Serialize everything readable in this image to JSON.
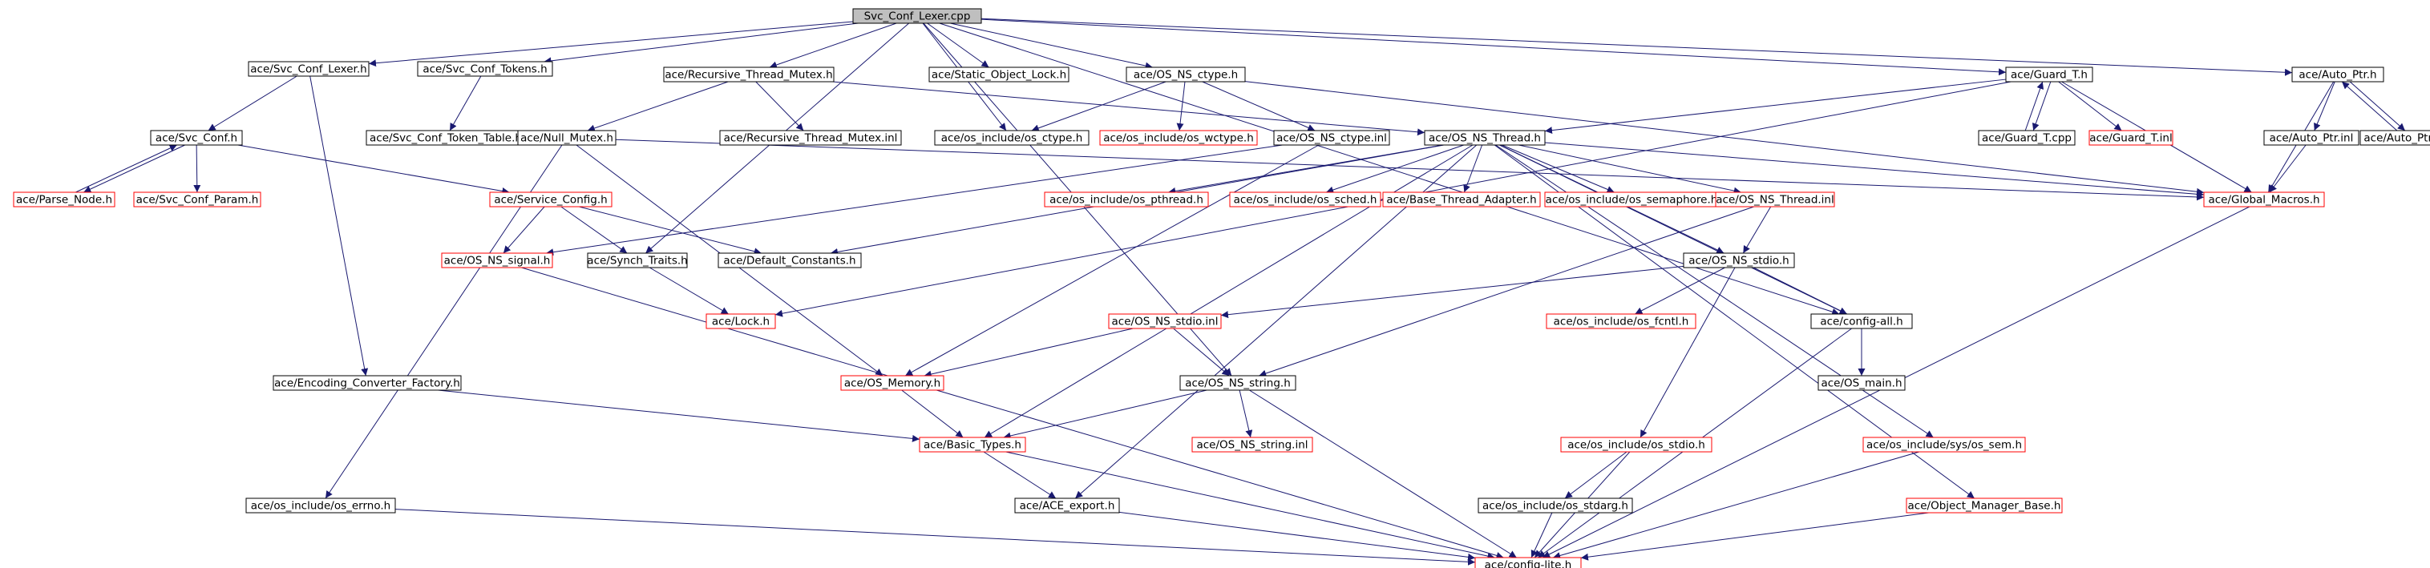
{
  "colors": {
    "edge": "#191970",
    "box_black": "#000000",
    "box_red": "#ff0000",
    "root_fill": "#bfbfbf",
    "text": "#000000"
  },
  "nodes": [
    {
      "id": "root",
      "label": "Svc_Conf_Lexer.cpp",
      "style": "root"
    },
    {
      "id": "svc_conf_lexer_h",
      "label": "ace/Svc_Conf_Lexer.h",
      "style": "black"
    },
    {
      "id": "svc_conf_tokens_h",
      "label": "ace/Svc_Conf_Tokens.h",
      "style": "black"
    },
    {
      "id": "recursive_thread_mutex_h",
      "label": "ace/Recursive_Thread_Mutex.h",
      "style": "black"
    },
    {
      "id": "static_object_lock_h",
      "label": "ace/Static_Object_Lock.h",
      "style": "black"
    },
    {
      "id": "os_ns_ctype_h",
      "label": "ace/OS_NS_ctype.h",
      "style": "black"
    },
    {
      "id": "guard_t_h",
      "label": "ace/Guard_T.h",
      "style": "black"
    },
    {
      "id": "auto_ptr_h",
      "label": "ace/Auto_Ptr.h",
      "style": "black"
    },
    {
      "id": "svc_conf_h",
      "label": "ace/Svc_Conf.h",
      "style": "black"
    },
    {
      "id": "svc_conf_token_table_h",
      "label": "ace/Svc_Conf_Token_Table.h",
      "style": "black"
    },
    {
      "id": "null_mutex_h",
      "label": "ace/Null_Mutex.h",
      "style": "black"
    },
    {
      "id": "recursive_thread_mutex_inl",
      "label": "ace/Recursive_Thread_Mutex.inl",
      "style": "black"
    },
    {
      "id": "os_include_os_ctype_h",
      "label": "ace/os_include/os_ctype.h",
      "style": "black"
    },
    {
      "id": "os_include_os_wctype_h",
      "label": "ace/os_include/os_wctype.h",
      "style": "red"
    },
    {
      "id": "os_ns_ctype_inl",
      "label": "ace/OS_NS_ctype.inl",
      "style": "black"
    },
    {
      "id": "os_ns_thread_h",
      "label": "ace/OS_NS_Thread.h",
      "style": "black"
    },
    {
      "id": "guard_t_cpp",
      "label": "ace/Guard_T.cpp",
      "style": "black"
    },
    {
      "id": "guard_t_inl",
      "label": "ace/Guard_T.inl",
      "style": "red"
    },
    {
      "id": "auto_ptr_inl",
      "label": "ace/Auto_Ptr.inl",
      "style": "black"
    },
    {
      "id": "auto_ptr_cpp",
      "label": "ace/Auto_Ptr.cpp",
      "style": "black"
    },
    {
      "id": "parse_node_h",
      "label": "ace/Parse_Node.h",
      "style": "red"
    },
    {
      "id": "svc_conf_param_h",
      "label": "ace/Svc_Conf_Param.h",
      "style": "red"
    },
    {
      "id": "service_config_h",
      "label": "ace/Service_Config.h",
      "style": "red"
    },
    {
      "id": "os_include_os_pthread_h",
      "label": "ace/os_include/os_pthread.h",
      "style": "red"
    },
    {
      "id": "os_include_os_sched_h",
      "label": "ace/os_include/os_sched.h",
      "style": "red"
    },
    {
      "id": "base_thread_adapter_h",
      "label": "ace/Base_Thread_Adapter.h",
      "style": "red"
    },
    {
      "id": "os_include_os_semaphore_h",
      "label": "ace/os_include/os_semaphore.h",
      "style": "red"
    },
    {
      "id": "os_ns_thread_inl",
      "label": "ace/OS_NS_Thread.inl",
      "style": "red"
    },
    {
      "id": "global_macros_h",
      "label": "ace/Global_Macros.h",
      "style": "red"
    },
    {
      "id": "os_ns_signal_h",
      "label": "ace/OS_NS_signal.h",
      "style": "red"
    },
    {
      "id": "synch_traits_h",
      "label": "ace/Synch_Traits.h",
      "style": "black"
    },
    {
      "id": "default_constants_h",
      "label": "ace/Default_Constants.h",
      "style": "black"
    },
    {
      "id": "os_ns_stdio_h",
      "label": "ace/OS_NS_stdio.h",
      "style": "black"
    },
    {
      "id": "lock_h",
      "label": "ace/Lock.h",
      "style": "red"
    },
    {
      "id": "os_ns_stdio_inl",
      "label": "ace/OS_NS_stdio.inl",
      "style": "red"
    },
    {
      "id": "os_include_os_fcntl_h",
      "label": "ace/os_include/os_fcntl.h",
      "style": "red"
    },
    {
      "id": "config_all_h",
      "label": "ace/config-all.h",
      "style": "black"
    },
    {
      "id": "encoding_converter_factory_h",
      "label": "ace/Encoding_Converter_Factory.h",
      "style": "black"
    },
    {
      "id": "os_memory_h",
      "label": "ace/OS_Memory.h",
      "style": "red"
    },
    {
      "id": "os_ns_string_h",
      "label": "ace/OS_NS_string.h",
      "style": "black"
    },
    {
      "id": "os_main_h",
      "label": "ace/OS_main.h",
      "style": "black"
    },
    {
      "id": "basic_types_h",
      "label": "ace/Basic_Types.h",
      "style": "red"
    },
    {
      "id": "os_ns_string_inl",
      "label": "ace/OS_NS_string.inl",
      "style": "red"
    },
    {
      "id": "os_include_os_stdio_h",
      "label": "ace/os_include/os_stdio.h",
      "style": "red"
    },
    {
      "id": "os_include_sys_os_sem_h",
      "label": "ace/os_include/sys/os_sem.h",
      "style": "red"
    },
    {
      "id": "os_include_os_errno_h",
      "label": "ace/os_include/os_errno.h",
      "style": "black"
    },
    {
      "id": "ace_export_h",
      "label": "ace/ACE_export.h",
      "style": "black"
    },
    {
      "id": "os_include_os_stdarg_h",
      "label": "ace/os_include/os_stdarg.h",
      "style": "black"
    },
    {
      "id": "object_manager_base_h",
      "label": "ace/Object_Manager_Base.h",
      "style": "red"
    },
    {
      "id": "config_lite_h",
      "label": "ace/config-lite.h",
      "style": "red"
    }
  ],
  "edges": [
    [
      "root",
      "svc_conf_lexer_h"
    ],
    [
      "root",
      "svc_conf_tokens_h"
    ],
    [
      "root",
      "recursive_thread_mutex_h"
    ],
    [
      "root",
      "static_object_lock_h"
    ],
    [
      "root",
      "os_ns_ctype_h"
    ],
    [
      "root",
      "guard_t_h"
    ],
    [
      "root",
      "auto_ptr_h"
    ],
    [
      "root",
      "os_include_os_ctype_h"
    ],
    [
      "root",
      "synch_traits_h"
    ],
    [
      "root",
      "os_ns_string_h"
    ],
    [
      "root",
      "config_all_h"
    ],
    [
      "svc_conf_lexer_h",
      "svc_conf_h"
    ],
    [
      "svc_conf_lexer_h",
      "encoding_converter_factory_h"
    ],
    [
      "svc_conf_tokens_h",
      "svc_conf_token_table_h"
    ],
    [
      "recursive_thread_mutex_h",
      "null_mutex_h"
    ],
    [
      "recursive_thread_mutex_h",
      "recursive_thread_mutex_inl"
    ],
    [
      "recursive_thread_mutex_h",
      "os_ns_thread_h"
    ],
    [
      "os_ns_ctype_h",
      "os_include_os_ctype_h"
    ],
    [
      "os_ns_ctype_h",
      "os_include_os_wctype_h"
    ],
    [
      "os_ns_ctype_h",
      "os_ns_ctype_inl"
    ],
    [
      "os_ns_ctype_h",
      "global_macros_h"
    ],
    [
      "guard_t_h",
      "guard_t_cpp"
    ],
    [
      "guard_t_cpp",
      "guard_t_h"
    ],
    [
      "guard_t_h",
      "guard_t_inl"
    ],
    [
      "guard_t_h",
      "os_ns_thread_h"
    ],
    [
      "guard_t_h",
      "global_macros_h"
    ],
    [
      "guard_t_h",
      "lock_h"
    ],
    [
      "auto_ptr_h",
      "auto_ptr_inl"
    ],
    [
      "auto_ptr_h",
      "auto_ptr_cpp"
    ],
    [
      "auto_ptr_cpp",
      "auto_ptr_h"
    ],
    [
      "auto_ptr_h",
      "global_macros_h"
    ],
    [
      "auto_ptr_inl",
      "global_macros_h"
    ],
    [
      "svc_conf_h",
      "parse_node_h"
    ],
    [
      "parse_node_h",
      "svc_conf_h"
    ],
    [
      "svc_conf_h",
      "svc_conf_param_h"
    ],
    [
      "svc_conf_h",
      "service_config_h"
    ],
    [
      "null_mutex_h",
      "global_macros_h"
    ],
    [
      "null_mutex_h",
      "os_include_os_errno_h"
    ],
    [
      "null_mutex_h",
      "os_memory_h"
    ],
    [
      "os_ns_ctype_inl",
      "os_ns_signal_h"
    ],
    [
      "os_ns_ctype_inl",
      "os_memory_h"
    ],
    [
      "os_ns_thread_h",
      "os_include_os_pthread_h"
    ],
    [
      "os_ns_thread_h",
      "os_include_os_sched_h"
    ],
    [
      "os_ns_thread_h",
      "base_thread_adapter_h"
    ],
    [
      "os_ns_thread_h",
      "os_include_os_semaphore_h"
    ],
    [
      "os_ns_thread_h",
      "os_ns_thread_inl"
    ],
    [
      "os_ns_thread_h",
      "global_macros_h"
    ],
    [
      "os_ns_thread_h",
      "os_ns_stdio_h"
    ],
    [
      "os_ns_thread_h",
      "config_all_h"
    ],
    [
      "os_ns_thread_h",
      "basic_types_h"
    ],
    [
      "os_ns_thread_h",
      "ace_export_h"
    ],
    [
      "os_ns_thread_h",
      "os_include_sys_os_sem_h"
    ],
    [
      "os_ns_thread_h",
      "object_manager_base_h"
    ],
    [
      "os_ns_thread_h",
      "default_constants_h"
    ],
    [
      "service_config_h",
      "os_ns_signal_h"
    ],
    [
      "service_config_h",
      "synch_traits_h"
    ],
    [
      "service_config_h",
      "default_constants_h"
    ],
    [
      "os_ns_thread_inl",
      "os_ns_stdio_h"
    ],
    [
      "os_ns_thread_inl",
      "os_ns_string_h"
    ],
    [
      "synch_traits_h",
      "lock_h"
    ],
    [
      "os_ns_stdio_h",
      "os_ns_stdio_inl"
    ],
    [
      "os_ns_stdio_h",
      "os_include_os_fcntl_h"
    ],
    [
      "os_ns_stdio_h",
      "config_all_h"
    ],
    [
      "os_ns_stdio_h",
      "os_include_os_stdio_h"
    ],
    [
      "os_ns_stdio_inl",
      "os_memory_h"
    ],
    [
      "os_ns_stdio_inl",
      "os_ns_string_h"
    ],
    [
      "config_all_h",
      "os_main_h"
    ],
    [
      "config_all_h",
      "config_lite_h"
    ],
    [
      "encoding_converter_factory_h",
      "basic_types_h"
    ],
    [
      "os_memory_h",
      "basic_types_h"
    ],
    [
      "os_ns_string_h",
      "basic_types_h"
    ],
    [
      "os_ns_string_h",
      "os_ns_string_inl"
    ],
    [
      "os_ns_string_h",
      "config_lite_h"
    ],
    [
      "basic_types_h",
      "ace_export_h"
    ],
    [
      "basic_types_h",
      "config_lite_h"
    ],
    [
      "os_include_os_stdio_h",
      "os_include_os_stdarg_h"
    ],
    [
      "os_include_os_stdio_h",
      "config_lite_h"
    ],
    [
      "os_include_sys_os_sem_h",
      "config_lite_h"
    ],
    [
      "os_include_os_errno_h",
      "config_lite_h"
    ],
    [
      "ace_export_h",
      "config_lite_h"
    ],
    [
      "os_include_os_stdarg_h",
      "config_lite_h"
    ],
    [
      "object_manager_base_h",
      "config_lite_h"
    ],
    [
      "global_macros_h",
      "config_lite_h"
    ],
    [
      "os_ns_signal_h",
      "config_lite_h"
    ]
  ]
}
